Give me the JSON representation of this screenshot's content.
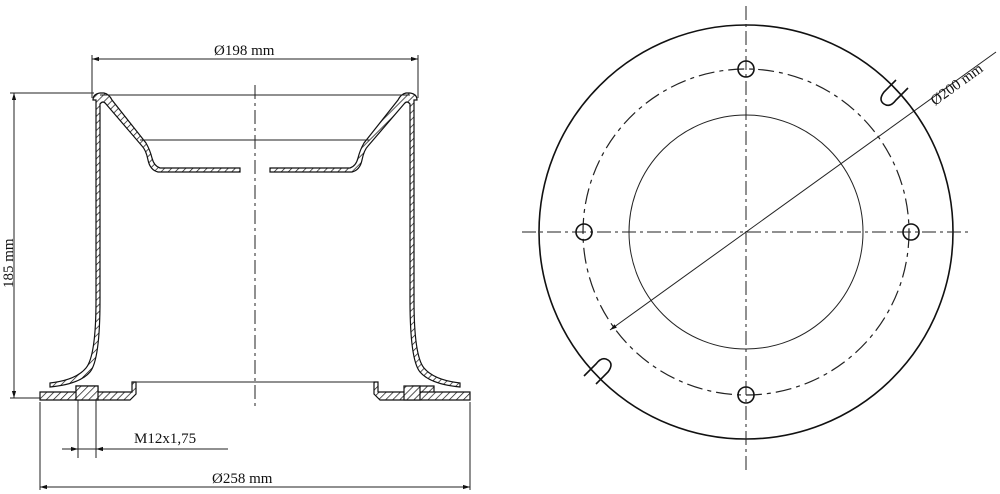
{
  "side_view": {
    "dim_top_diameter": "Ø198 mm",
    "dim_height": "185 mm",
    "dim_thread": "M12x1,75",
    "dim_base_diameter": "Ø258 mm"
  },
  "top_view": {
    "dim_bolt_circle": "Ø200 mm"
  }
}
